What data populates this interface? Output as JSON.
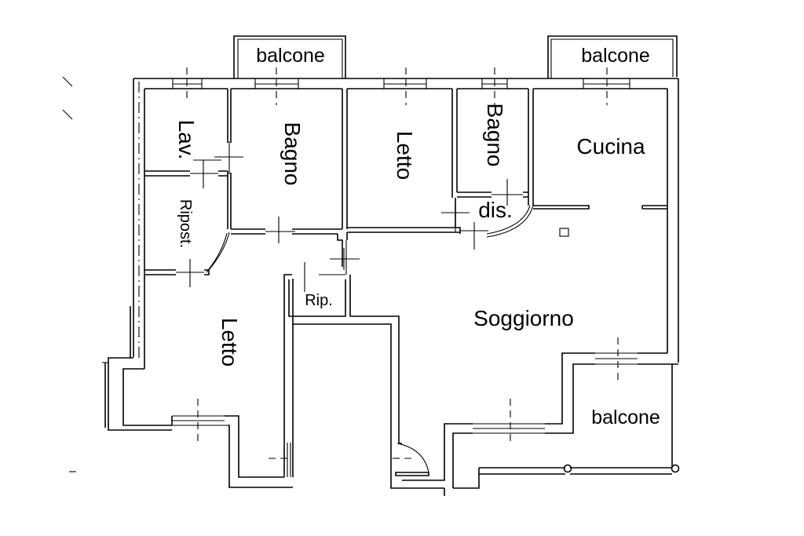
{
  "floor_plan": {
    "rooms": [
      {
        "id": "balcone-top-left",
        "name": "balcone"
      },
      {
        "id": "balcone-top-right",
        "name": "balcone"
      },
      {
        "id": "lavanderia",
        "name": "Lav."
      },
      {
        "id": "bagno-1",
        "name": "Bagno"
      },
      {
        "id": "letto-1",
        "name": "Letto"
      },
      {
        "id": "bagno-2",
        "name": "Bagno"
      },
      {
        "id": "cucina",
        "name": "Cucina"
      },
      {
        "id": "disimpegno",
        "name": "dis."
      },
      {
        "id": "ripostiglio-1",
        "name": "Ripost."
      },
      {
        "id": "ripostiglio-2",
        "name": "Rip."
      },
      {
        "id": "letto-2",
        "name": "Letto"
      },
      {
        "id": "soggiorno",
        "name": "Soggiorno"
      },
      {
        "id": "balcone-bottom-right",
        "name": "balcone"
      }
    ]
  }
}
